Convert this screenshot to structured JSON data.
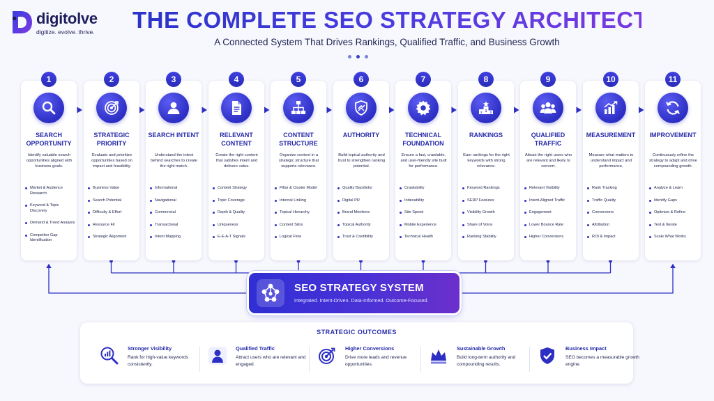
{
  "brand": {
    "name": "digitolve",
    "tagline": "digitize. evolve. thrive."
  },
  "header": {
    "title": "THE COMPLETE SEO STRATEGY ARCHITECTURE",
    "subtitle": "A Connected System That Drives Rankings, Qualified Traffic, and Business Growth"
  },
  "colors": {
    "primary": "#2d2fc4",
    "accent": "#6b2fcc",
    "text": "#1c2147"
  },
  "steps": [
    {
      "number": "1",
      "icon": "search-icon",
      "title": "SEARCH OPPORTUNITY",
      "desc": "Identify valuable search opportunities aligned with business goals.",
      "items": [
        "Market & Audience Research",
        "Keyword & Topic Discovery",
        "Demand & Trend Analysis",
        "Competitor Gap Identification"
      ]
    },
    {
      "number": "2",
      "icon": "target-icon",
      "title": "STRATEGIC PRIORITY",
      "desc": "Evaluate and prioritize opportunities based on impact and feasibility.",
      "items": [
        "Business Value",
        "Search Potential",
        "Difficulty & Effort",
        "Resource Fit",
        "Strategic Alignment"
      ]
    },
    {
      "number": "3",
      "icon": "user-icon",
      "title": "SEARCH INTENT",
      "desc": "Understand the intent behind searches to create the right match.",
      "items": [
        "Informational",
        "Navigational",
        "Commercial",
        "Transactional",
        "Intent Mapping"
      ]
    },
    {
      "number": "4",
      "icon": "document-icon",
      "title": "RELEVANT CONTENT",
      "desc": "Create the right content that satisfies intent and delivers value.",
      "items": [
        "Content Strategy",
        "Topic Coverage",
        "Depth & Quality",
        "Uniqueness",
        "E-E-A-T Signals"
      ]
    },
    {
      "number": "5",
      "icon": "sitemap-icon",
      "title": "CONTENT STRUCTURE",
      "desc": "Organize content in a strategic structure that supports relevance.",
      "items": [
        "Pillar & Cluster Model",
        "Internal Linking",
        "Topical Hierarchy",
        "Content Silos",
        "Logical Flow"
      ]
    },
    {
      "number": "6",
      "icon": "shield-icon",
      "title": "AUTHORITY",
      "desc": "Build topical authority and trust to strengthen ranking potential.",
      "items": [
        "Quality Backlinks",
        "Digital PR",
        "Brand Mentions",
        "Topical Authority",
        "Trust & Credibility"
      ]
    },
    {
      "number": "7",
      "icon": "gear-icon",
      "title": "TECHNICAL FOUNDATION",
      "desc": "Ensure a fast, crawlable, and user-friendly site built for performance.",
      "items": [
        "Crawlability",
        "Indexability",
        "Site Speed",
        "Mobile Experience",
        "Technical Health"
      ]
    },
    {
      "number": "8",
      "icon": "podium-icon",
      "title": "RANKINGS",
      "desc": "Earn rankings for the right keywords with strong relevance.",
      "items": [
        "Keyword Rankings",
        "SERP Features",
        "Visibility Growth",
        "Share of Voice",
        "Ranking Stability"
      ]
    },
    {
      "number": "9",
      "icon": "users-icon",
      "title": "QUALIFIED TRAFFIC",
      "desc": "Attract the right users who are relevant and likely to convert.",
      "items": [
        "Relevant Visibility",
        "Intent-Aligned Traffic",
        "Engagement",
        "Lower Bounce Rate",
        "Higher Conversions"
      ]
    },
    {
      "number": "10",
      "icon": "bar-chart-icon",
      "title": "MEASUREMENT",
      "desc": "Measure what matters to understand impact and performance.",
      "items": [
        "Rank Tracking",
        "Traffic Quality",
        "Conversions",
        "Attribution",
        "ROI & Impact"
      ]
    },
    {
      "number": "11",
      "icon": "refresh-icon",
      "title": "IMPROVEMENT",
      "desc": "Continuously refine the strategy to adapt and drive compounding growth.",
      "items": [
        "Analyze & Learn",
        "Identify Gaps",
        "Optimize & Refine",
        "Test & Iterate",
        "Scale What Works"
      ]
    }
  ],
  "system": {
    "title": "SEO STRATEGY SYSTEM",
    "subtitle": "Integrated. Intent-Driven. Data-Informed. Outcome-Focused."
  },
  "outcomes": {
    "title": "STRATEGIC OUTCOMES",
    "items": [
      {
        "icon": "analytics-search-icon",
        "title": "Stronger Visibility",
        "desc": "Rank for high-value keywords consistently."
      },
      {
        "icon": "user-icon",
        "title": "Qualified Traffic",
        "desc": "Attract users who are relevant and engaged."
      },
      {
        "icon": "target-icon",
        "title": "Higher Conversions",
        "desc": "Drive more leads and revenue opportunities."
      },
      {
        "icon": "crown-icon",
        "title": "Sustainable Growth",
        "desc": "Build long-term authority and compounding results."
      },
      {
        "icon": "shield-check-icon",
        "title": "Business Impact",
        "desc": "SEO becomes a measurable growth engine."
      }
    ]
  }
}
